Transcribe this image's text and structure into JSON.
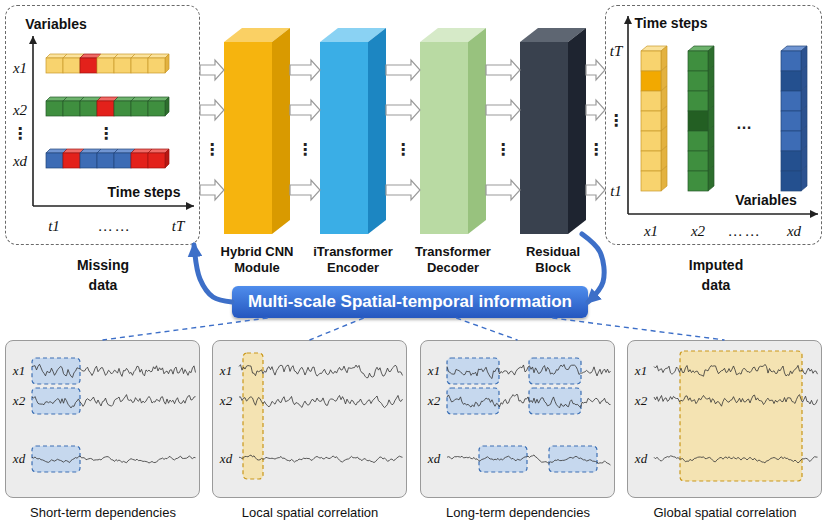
{
  "diagram": {
    "nodes": [
      {
        "text": [
          "Variables",
          "Time steps",
          "Missing data"
        ]
      },
      {
        "text": [
          "Hybrid CNN Module"
        ]
      },
      {
        "text": [
          "iTransformer Encoder"
        ]
      },
      {
        "text": [
          "Transformer Decoder"
        ]
      },
      {
        "text": [
          "Residual Block"
        ]
      },
      {
        "text": [
          "Time steps",
          "Variables",
          "Imputed data"
        ]
      },
      {
        "text": [
          "Multi-scale Spatial-temporal information"
        ]
      },
      {
        "text": [
          "Short-term dependencies"
        ]
      },
      {
        "text": [
          "Local spatial correlation"
        ]
      },
      {
        "text": [
          "Long-term dependencies"
        ]
      },
      {
        "text": [
          "Global spatial correlation"
        ]
      }
    ],
    "edges": [
      {
        "from": 0,
        "to": 1,
        "arrow": "to"
      },
      {
        "from": 1,
        "to": 2,
        "arrow": "to"
      },
      {
        "from": 2,
        "to": 3,
        "arrow": "to"
      },
      {
        "from": 3,
        "to": 4,
        "arrow": "to"
      },
      {
        "from": 4,
        "to": 5,
        "arrow": "to"
      },
      {
        "from": 6,
        "to": 0,
        "arrow": "to"
      },
      {
        "from": 4,
        "to": 6,
        "arrow": "to"
      },
      {
        "from": 6,
        "to": 7,
        "arrow": "none"
      },
      {
        "from": 6,
        "to": 8,
        "arrow": "none"
      },
      {
        "from": 6,
        "to": 9,
        "arrow": "none"
      },
      {
        "from": 6,
        "to": 10,
        "arrow": "none"
      }
    ],
    "labels": [
      "x1",
      "x2",
      "⋮",
      "⋮",
      "xd",
      "t1",
      "… …",
      "tT",
      "⋮",
      "⋮",
      "⋮",
      "⋮",
      "⋮",
      "tT",
      "⋮",
      "t1",
      "x1",
      "x2",
      "… …",
      "xd",
      "…",
      "x1",
      "x2",
      "xd",
      "x1",
      "x2",
      "xd",
      "x1",
      "x2",
      "xd",
      "x1",
      "x2",
      "xd"
    ]
  }
}
